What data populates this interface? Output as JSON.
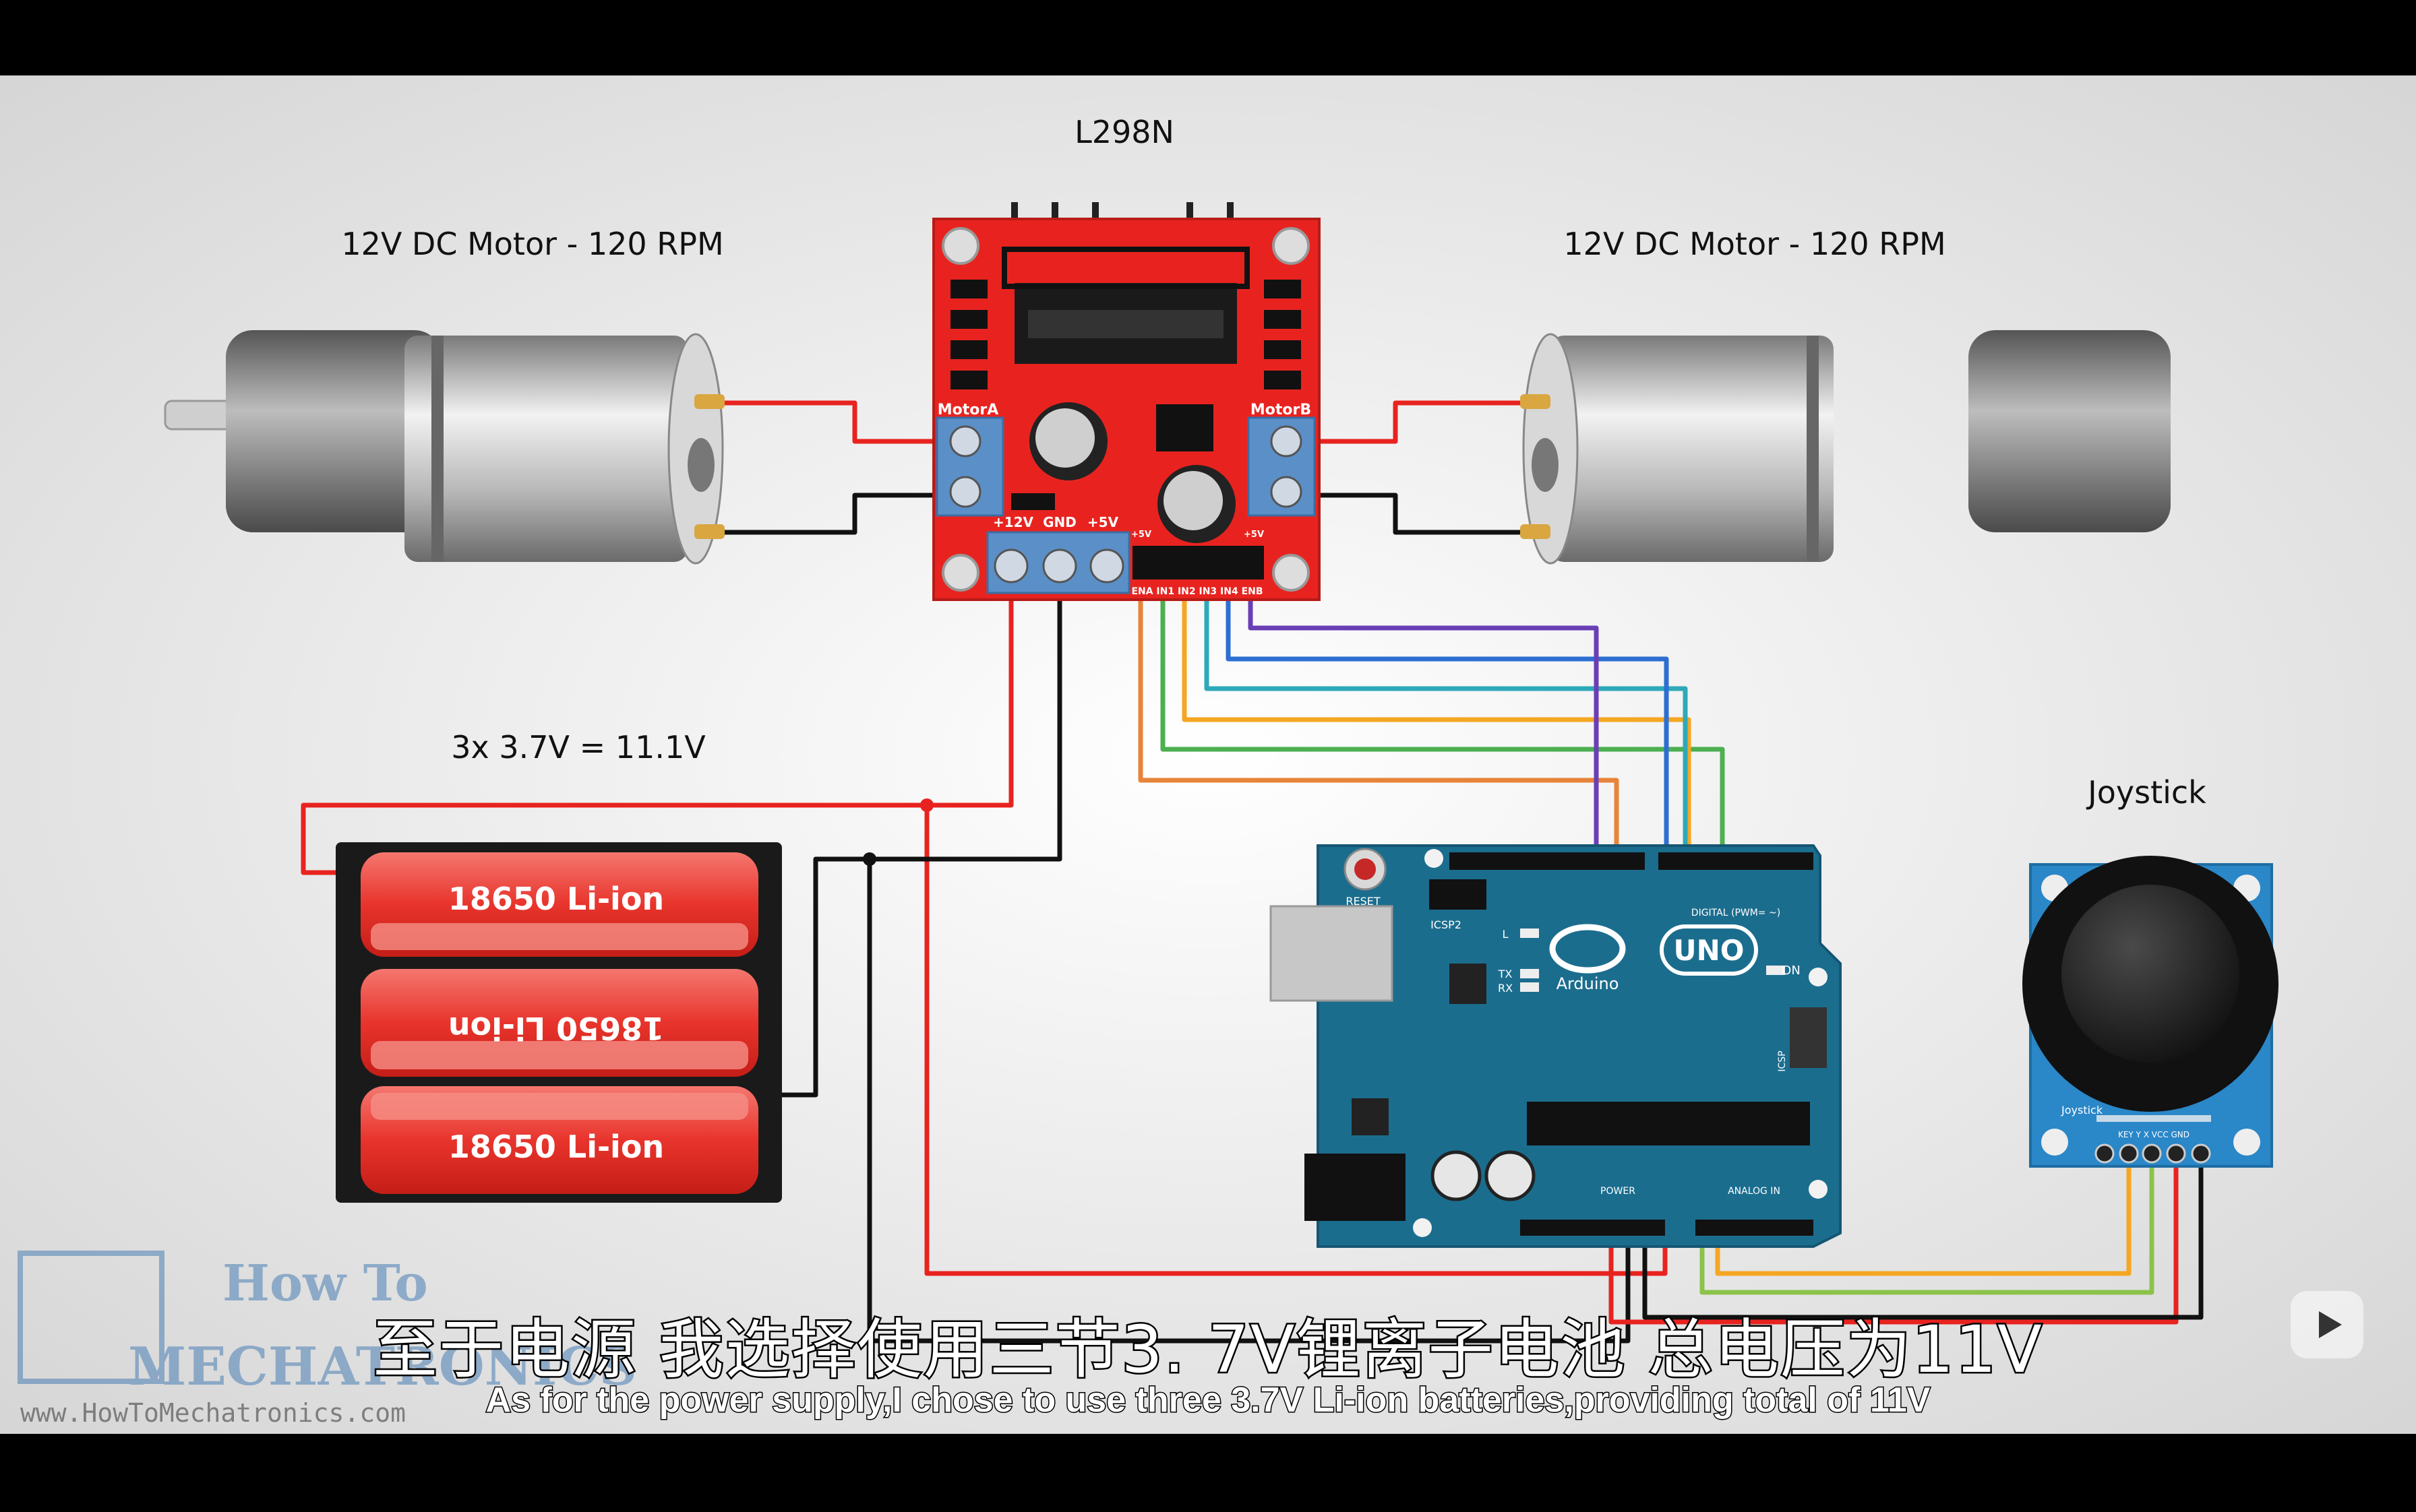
{
  "diagram": {
    "driver_label": "L298N",
    "motor_left_label": "12V DC Motor - 120 RPM",
    "motor_right_label": "12V DC Motor - 120 RPM",
    "battery_label": "3x 3.7V = 11.1V",
    "joystick_label": "Joystick",
    "cells": [
      "18650 Li-ion",
      "18650 Li-ion",
      "18650 Li-ion"
    ],
    "driver_pins": {
      "motor_a": "MotorA",
      "motor_b": "MotorB",
      "v12": "+12V",
      "gnd": "GND",
      "v5": "+5V",
      "header_5v_left": "+5V",
      "header_5v_right": "+5V",
      "header": "ENA IN1 IN2 IN3 IN4 ENB"
    },
    "arduino": {
      "reset": "RESET",
      "icsp2": "ICSP2",
      "brand": "Arduino",
      "model": "UNO",
      "on": "ON",
      "tx": "TX",
      "rx": "RX",
      "l": "L",
      "digital": "DIGITAL (PWM= ~)",
      "power": "POWER",
      "analog": "ANALOG IN",
      "icsp": "ICSP"
    },
    "joystick_pins": "KEY Y X VCC GND",
    "joystick_board_label": "Joystick"
  },
  "watermark": {
    "line1": "How To",
    "line2": "MECHATRONICS",
    "url": "www.HowToMechatronics.com"
  },
  "subtitles": {
    "zh": "至于电源  我选择使用三节3. 7V锂离子电池  总电压为11V",
    "en": "As for the power supply,I chose to use three 3.7V Li-ion batteries,providing total of 11V"
  },
  "colors": {
    "driver_board": "#e8231f",
    "arduino_board": "#1b6d8e",
    "wire_red": "#e8231f",
    "wire_black": "#111111"
  }
}
